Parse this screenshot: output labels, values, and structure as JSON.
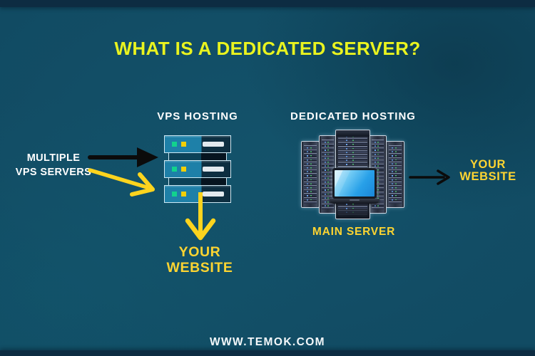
{
  "title": "WHAT IS A DEDICATED SERVER?",
  "vps_section": {
    "heading": "VPS HOSTING",
    "source_label": {
      "line1": "MULTIPLE",
      "line2": "VPS SERVERS"
    },
    "result_label": {
      "line1": "YOUR",
      "line2": "WEBSITE"
    }
  },
  "dedicated_section": {
    "heading": "DEDICATED HOSTING",
    "server_label": "MAIN SERVER",
    "result_label": {
      "line1": "YOUR",
      "line2": "WEBSITE"
    }
  },
  "footer": {
    "website": "WWW.TEMOK.COM"
  },
  "icons": {
    "vps_server_stack": "three stacked server units with green/yellow LEDs and drive bays",
    "dedicated_server_rack": "five dark server rack towers with LED columns",
    "laptop": "laptop with blue gradient screen",
    "arrow_black_left": "thick black right arrow",
    "arrow_yellow_diagonal": "yellow diagonal down-right arrow",
    "arrow_yellow_down": "yellow downward arrow",
    "arrow_black_right": "thin black right arrow"
  },
  "colors": {
    "background": "#114b63",
    "edge_bar": "#0d2c42",
    "title_yellow_green": "#e9f31f",
    "accent_gold": "#fdd431",
    "heading_white": "#ffffff",
    "arrow_black": "#0b0b0b",
    "vps_unit_blue": "#1e80a8",
    "vps_unit_dark": "#0d2e40",
    "led_green": "#12d38d",
    "led_yellow": "#f2cf05",
    "laptop_screen_blue": "#28a0e8"
  }
}
